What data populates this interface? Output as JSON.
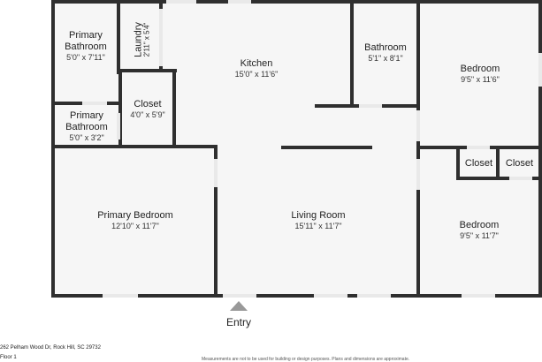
{
  "rooms": {
    "primary_bath_1": {
      "name": "Primary\nBathroom",
      "dims": "5'0\" x 7'11\""
    },
    "laundry": {
      "name": "Laundry",
      "dims": "2'11\" x 5'4\""
    },
    "kitchen": {
      "name": "Kitchen",
      "dims": "15'0\" x 11'6\""
    },
    "bathroom": {
      "name": "Bathroom",
      "dims": "5'1\" x 8'1\""
    },
    "bedroom_top": {
      "name": "Bedroom",
      "dims": "9'5\" x 11'6\""
    },
    "closet_small": {
      "name": "Closet",
      "dims": "4'0\" x 5'9\""
    },
    "primary_bath_2": {
      "name": "Primary\nBathroom",
      "dims": "5'0\" x 3'2\""
    },
    "closet_a": {
      "name": "Closet"
    },
    "closet_b": {
      "name": "Closet"
    },
    "primary_bedroom": {
      "name": "Primary Bedroom",
      "dims": "12'10\" x 11'7\""
    },
    "living_room": {
      "name": "Living Room",
      "dims": "15'11\" x 11'7\""
    },
    "bedroom_bottom": {
      "name": "Bedroom",
      "dims": "9'5\" x 11'7\""
    }
  },
  "entry_label": "Entry",
  "footer": {
    "address": "262 Pelham Wood Dr, Rock Hill, SC 29732",
    "floor": "Floor 1",
    "disclaimer": "Measurements are not to be used for building or design purposes. Plans and dimensions are approximate."
  }
}
